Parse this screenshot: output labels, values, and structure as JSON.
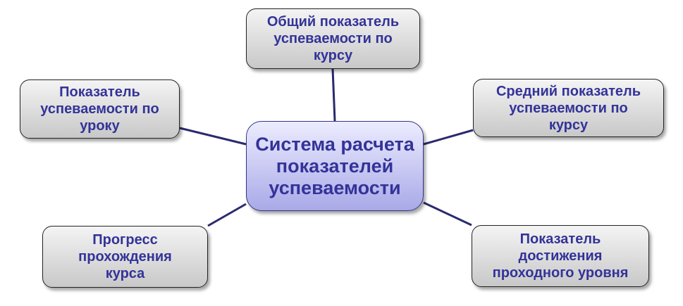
{
  "center": {
    "label": "Система расчета\nпоказателей\nуспеваемости"
  },
  "nodes": {
    "top": "Общий показатель\nуспеваемости по\nкурсу",
    "left": "Показатель\nуспеваемости по\nуроку",
    "right": "Средний показатель\nуспеваемости по\nкурсу",
    "bottom_left": "Прогресс\nпрохождения\nкурса",
    "bottom_right": "Показатель\nдостижения\nпроходного уровня"
  },
  "colors": {
    "text": "#333399",
    "line": "#2a2a6e"
  }
}
